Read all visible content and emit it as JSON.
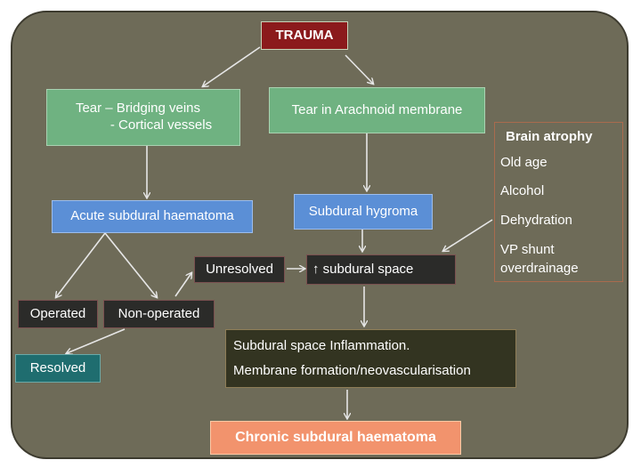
{
  "trauma": "TRAUMA",
  "tear_bridging_line1": "Tear – Bridging veins",
  "tear_bridging_line2": "- Cortical vessels",
  "tear_arachnoid": "Tear in Arachnoid membrane",
  "acute_sdh": "Acute subdural haematoma",
  "hygroma": "Subdural hygroma",
  "brain_atrophy": {
    "title": "Brain atrophy",
    "causes": [
      "Old age",
      "Alcohol",
      "Dehydration",
      "VP shunt",
      "overdrainage"
    ]
  },
  "unresolved": "Unresolved",
  "subdural_space": "↑ subdural space",
  "operated": "Operated",
  "non_operated": "Non-operated",
  "resolved": "Resolved",
  "inflammation_line1": "Subdural space Inflammation.",
  "inflammation_line2": "Membrane formation/neovascularisation",
  "chronic_sdh": "Chronic subdural haematoma"
}
